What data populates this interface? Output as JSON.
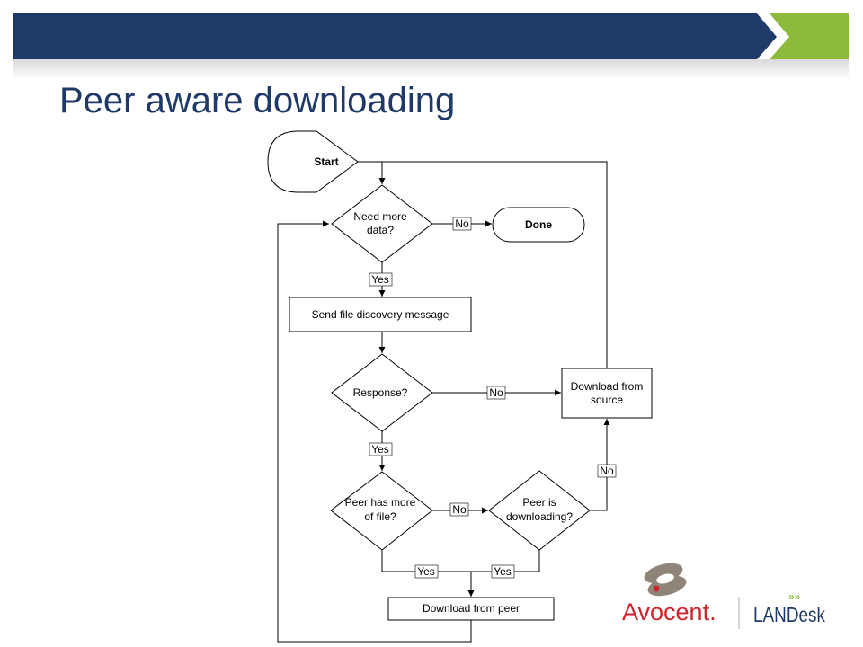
{
  "slide": {
    "title": "Peer aware downloading"
  },
  "flowchart": {
    "nodes": {
      "start": "Start",
      "need_more_data": [
        "Need more",
        "data?"
      ],
      "done": "Done",
      "send_discovery": "Send file discovery message",
      "response": "Response?",
      "download_source": [
        "Download from",
        "source"
      ],
      "peer_has_more": [
        "Peer has more",
        "of file?"
      ],
      "peer_downloading": [
        "Peer is",
        "downloading?"
      ],
      "download_peer": "Download from peer"
    },
    "edge_labels": {
      "need_no": "No",
      "need_yes": "Yes",
      "response_no": "No",
      "response_yes": "Yes",
      "peer_has_no": "No",
      "peer_dl_no": "No",
      "peer_has_yes": "Yes",
      "peer_dl_yes": "Yes"
    }
  },
  "logos": {
    "left": "Avocent.",
    "right": "LANDesk"
  },
  "colors": {
    "header_navy": "#1f3a68",
    "header_green": "#8cbb3c",
    "logo_red": "#d2232a"
  }
}
